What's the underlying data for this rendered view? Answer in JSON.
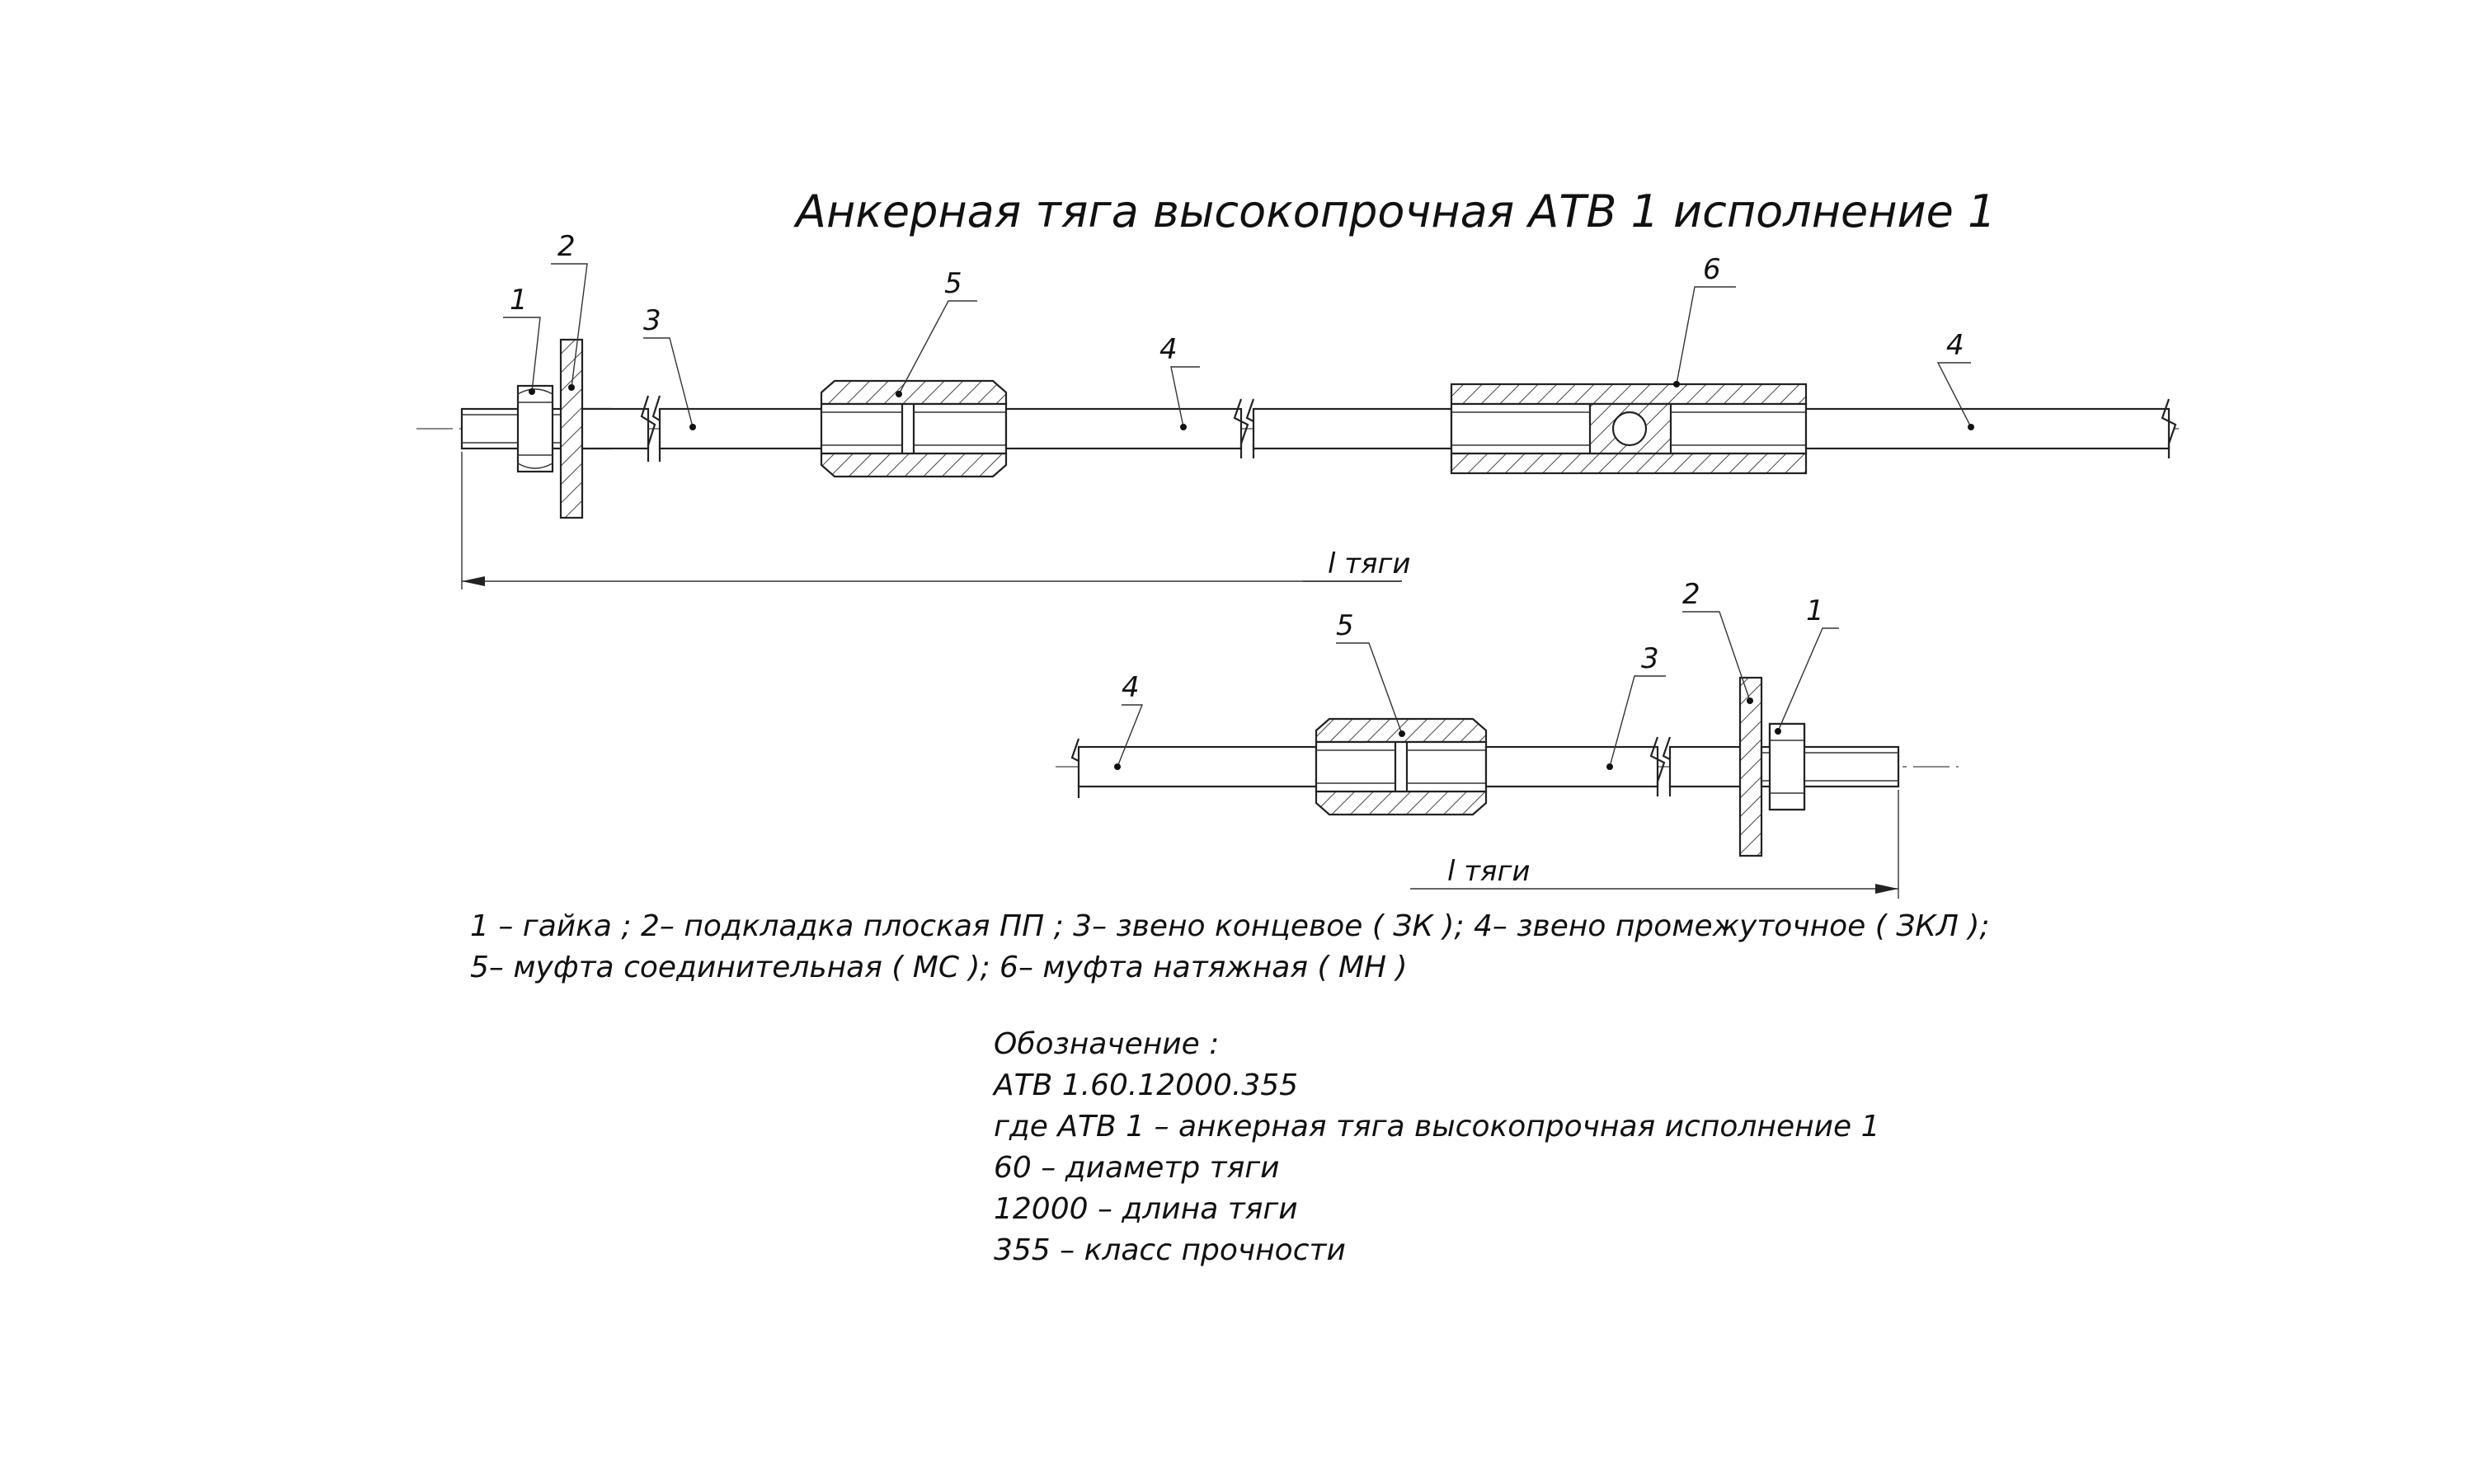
{
  "title": "Анкерная тяга высокопрочная АТВ 1 исполнение 1",
  "callouts": {
    "top": {
      "n1": "1",
      "n2": "2",
      "n3": "3",
      "n5": "5",
      "n4a": "4",
      "n6": "6",
      "n4b": "4"
    },
    "bottom": {
      "n4": "4",
      "n5": "5",
      "n3": "3",
      "n2": "2",
      "n1": "1"
    }
  },
  "dimension_label_top": "l тяги",
  "dimension_label_bottom": "l тяги",
  "legend": [
    "1 –  гайка ; 2– подкладка плоская ПП ; 3– звено концевое  ( ЗК ); 4– звено промежуточное ( ЗКЛ );",
    "5– муфта соединительная  ( МС ); 6– муфта натяжная  ( МН )"
  ],
  "designation": {
    "heading": "Обозначение :",
    "code": "АТВ 1.60.12000.355",
    "lines": [
      "где АТВ 1 –  анкерная тяга высокопрочная исполнение  1",
      "60 –  диаметр тяги",
      "12000 –  длина тяги",
      "355 –  класс прочности"
    ]
  }
}
